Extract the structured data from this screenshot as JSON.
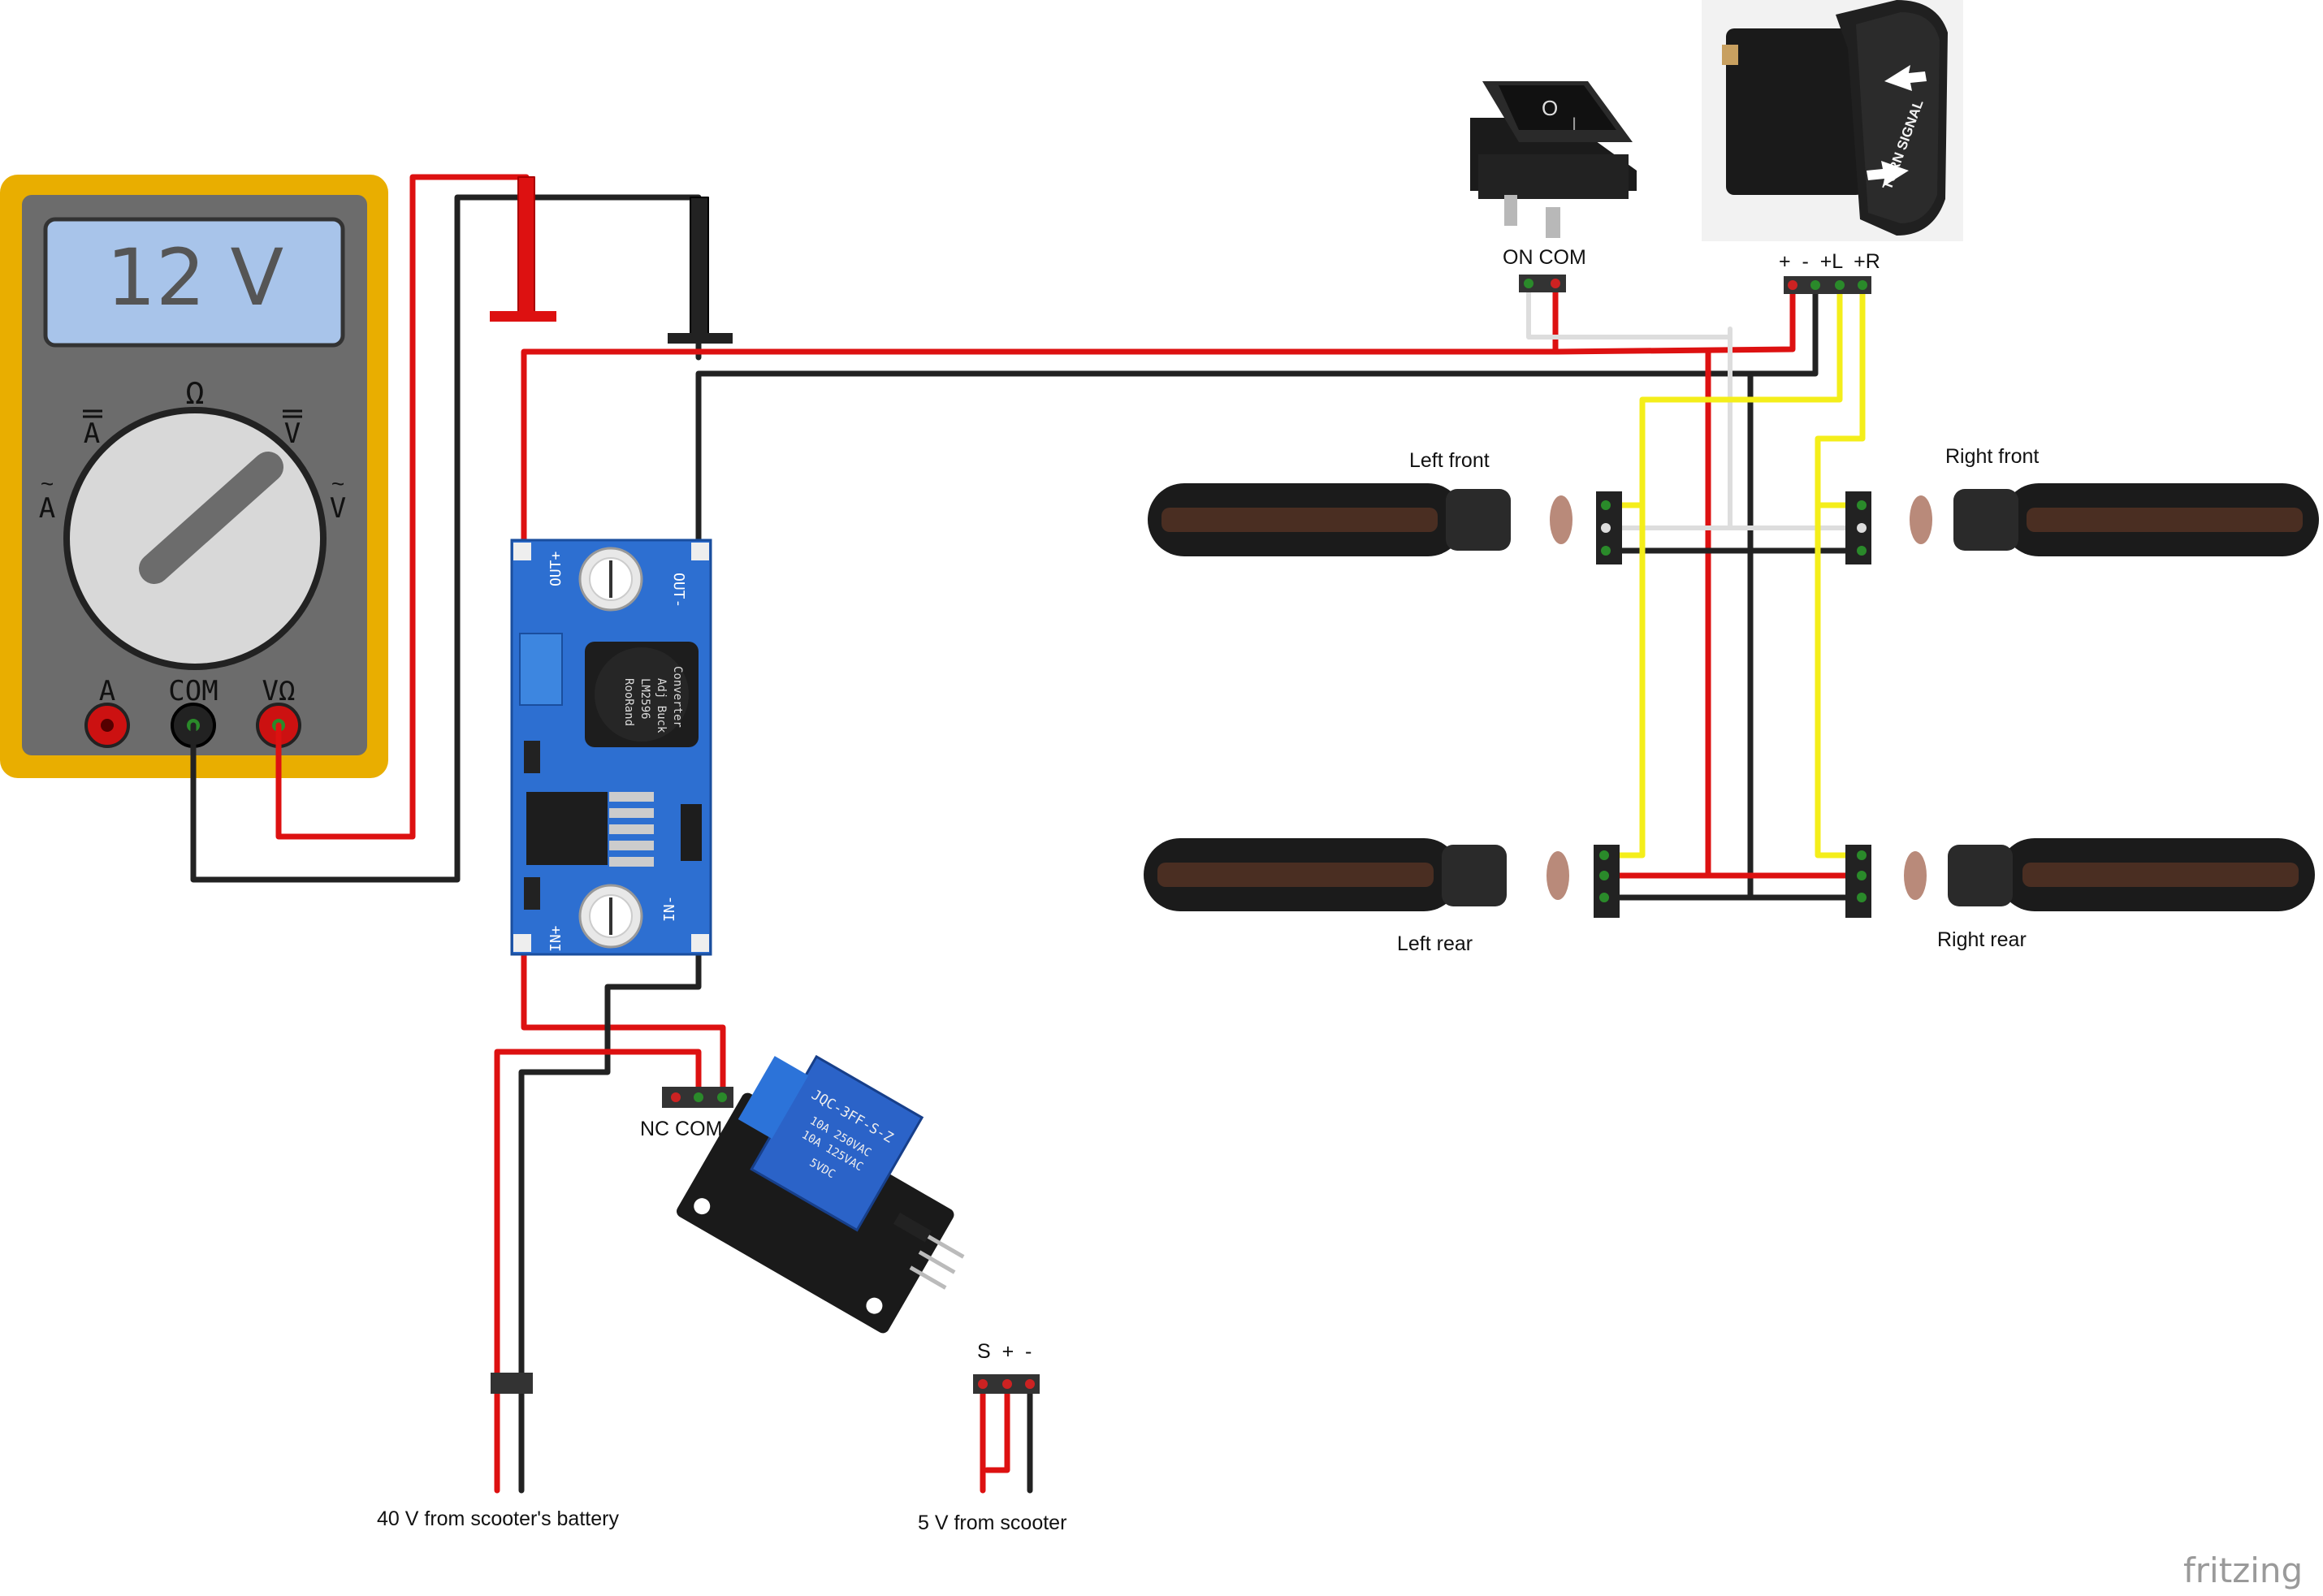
{
  "multimeter": {
    "display": "12 V",
    "dial_ohm": "Ω",
    "dial_a_dc": "A",
    "dial_v_dc": "V",
    "dial_a_ac": "A",
    "dial_v_ac": "V",
    "jack_a": "A",
    "jack_com": "COM",
    "jack_vohm": "VΩ"
  },
  "buck": {
    "out_plus": "OUT+",
    "out_minus": "OUT-",
    "in_plus": "IN+",
    "in_minus": "IN-",
    "chip_line1": "RooRand",
    "chip_line2": "LM2596",
    "chip_line3": "Adj Buck",
    "chip_line4": "Converter"
  },
  "relay": {
    "pins_label": "NC COM NO",
    "model": "JQC-3FF-S-Z",
    "rating1": "10A 250VAC",
    "rating2": "10A 125VAC",
    "coil": "5VDC"
  },
  "signal_input": {
    "pins_label": "S  +  -"
  },
  "on_switch": {
    "pins_label": "ON COM",
    "mark_off": "O",
    "mark_on": "I"
  },
  "turn_switch": {
    "pins_label": "+  -  +L  +R",
    "text": "TURN SIGNAL"
  },
  "indicators": {
    "left_front": "Left front",
    "right_front": "Right front",
    "left_rear": "Left rear",
    "right_rear": "Right rear"
  },
  "labels": {
    "battery": "40 V from scooter's battery",
    "scooter_5v": "5 V from scooter"
  },
  "brand": "fritzing",
  "colors": {
    "wire_red": "#dd1111",
    "wire_black": "#222222",
    "wire_yellow": "#f4ee1a",
    "wire_white": "#dddddd",
    "meter_body": "#e9ae00",
    "board_blue": "#2d6fd1"
  }
}
